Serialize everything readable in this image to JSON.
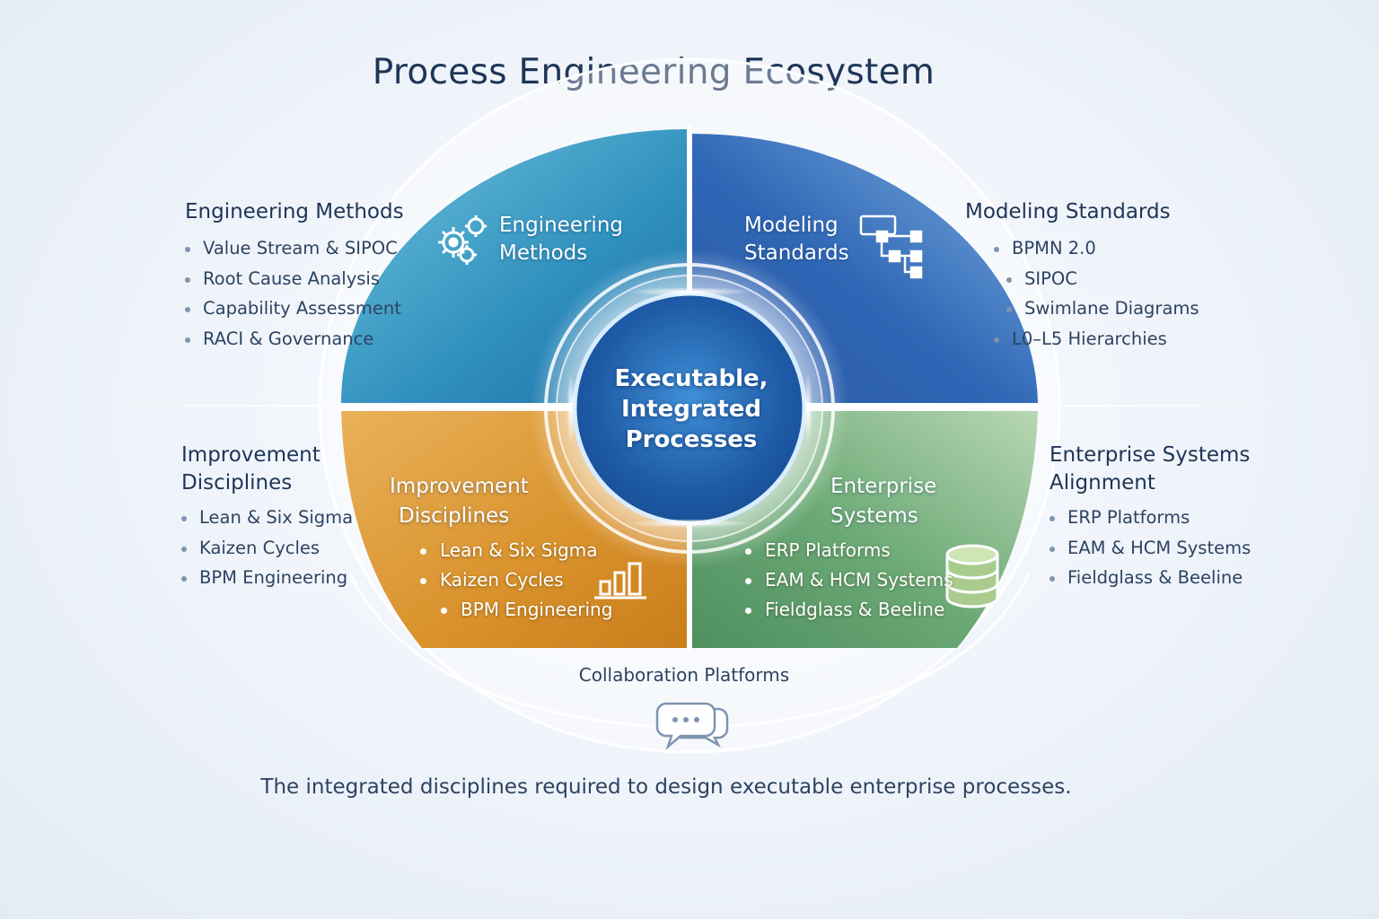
{
  "title": "Process Engineering Ecosystem",
  "center": {
    "line1": "Executable,",
    "line2": "Integrated",
    "line3": "Processes"
  },
  "quadrants": {
    "engineering_methods": {
      "line1": "Engineering",
      "line2": "Methods",
      "icon": "gears-icon",
      "color": "#2f8fbd"
    },
    "modeling_standards": {
      "line1": "Modeling",
      "line2": "Standards",
      "icon": "flowchart-icon",
      "color": "#2f66b5"
    },
    "improvement_disciplines": {
      "line1": "Improvement",
      "line2": "Disciplines",
      "icon": "bar-chart-icon",
      "color": "#d9922c",
      "items": [
        "Lean & Six Sigma",
        "Kaizen Cycles",
        "BPM Engineering"
      ]
    },
    "enterprise_systems": {
      "line1": "Enterprise",
      "line2": "Systems",
      "icon": "database-icon",
      "color": "#6aa874",
      "items": [
        "ERP Platforms",
        "EAM & HCM Systems",
        "Fieldglass & Beeline"
      ]
    }
  },
  "sides": {
    "engineering_methods": {
      "heading": "Engineering Methods",
      "items": [
        "Value Stream & SIPOC",
        "Root Cause Analysis",
        "Capability Assessment",
        "RACI & Governance"
      ]
    },
    "modeling_standards": {
      "heading": "Modeling Standards",
      "items": [
        "BPMN 2.0",
        "SIPOC",
        "Swimlane Diagrams",
        "L0–L5 Hierarchies"
      ]
    },
    "improvement_disciplines": {
      "heading_line1": "Improvement",
      "heading_line2": "Disciplines",
      "items": [
        "Lean & Six Sigma",
        "Kaizen Cycles",
        "BPM Engineering"
      ]
    },
    "enterprise_systems": {
      "heading_line1": "Enterprise Systems",
      "heading_line2": "Alignment",
      "items": [
        "ERP Platforms",
        "EAM & HCM Systems",
        "Fieldglass & Beeline"
      ]
    }
  },
  "collaboration": {
    "label": "Collaboration Platforms",
    "icon": "chat-bubbles-icon"
  },
  "footer": "The integrated disciplines required to design executable enterprise processes."
}
